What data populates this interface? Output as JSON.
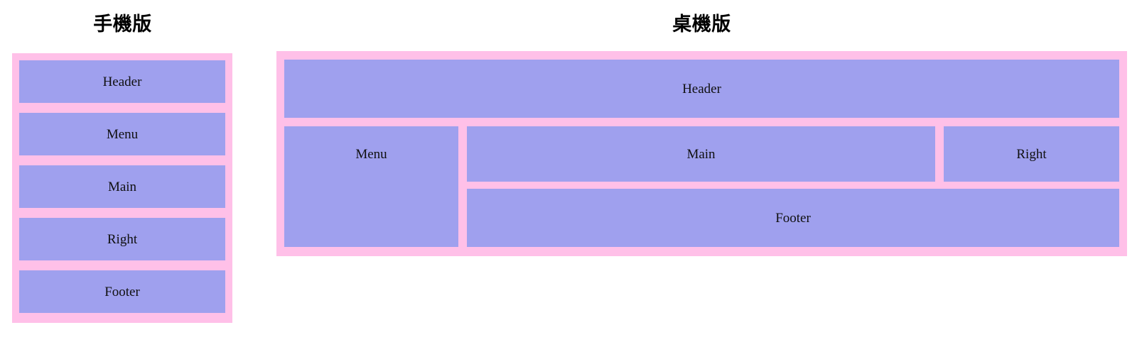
{
  "sections": {
    "mobile": {
      "title": "手機版",
      "blocks": [
        {
          "label": "Header"
        },
        {
          "label": "Menu"
        },
        {
          "label": "Main"
        },
        {
          "label": "Right"
        },
        {
          "label": "Footer"
        }
      ]
    },
    "desktop": {
      "title": "桌機版",
      "blocks": [
        {
          "label": "Header"
        },
        {
          "label": "Menu"
        },
        {
          "label": "Main"
        },
        {
          "label": "Right"
        },
        {
          "label": "Footer"
        }
      ]
    }
  },
  "colors": {
    "block_fill": "#9fa0ee",
    "frame_fill": "#ffc0e8",
    "page_background": "#ffffff",
    "label_text": "#101010",
    "title_text": "#000000"
  }
}
